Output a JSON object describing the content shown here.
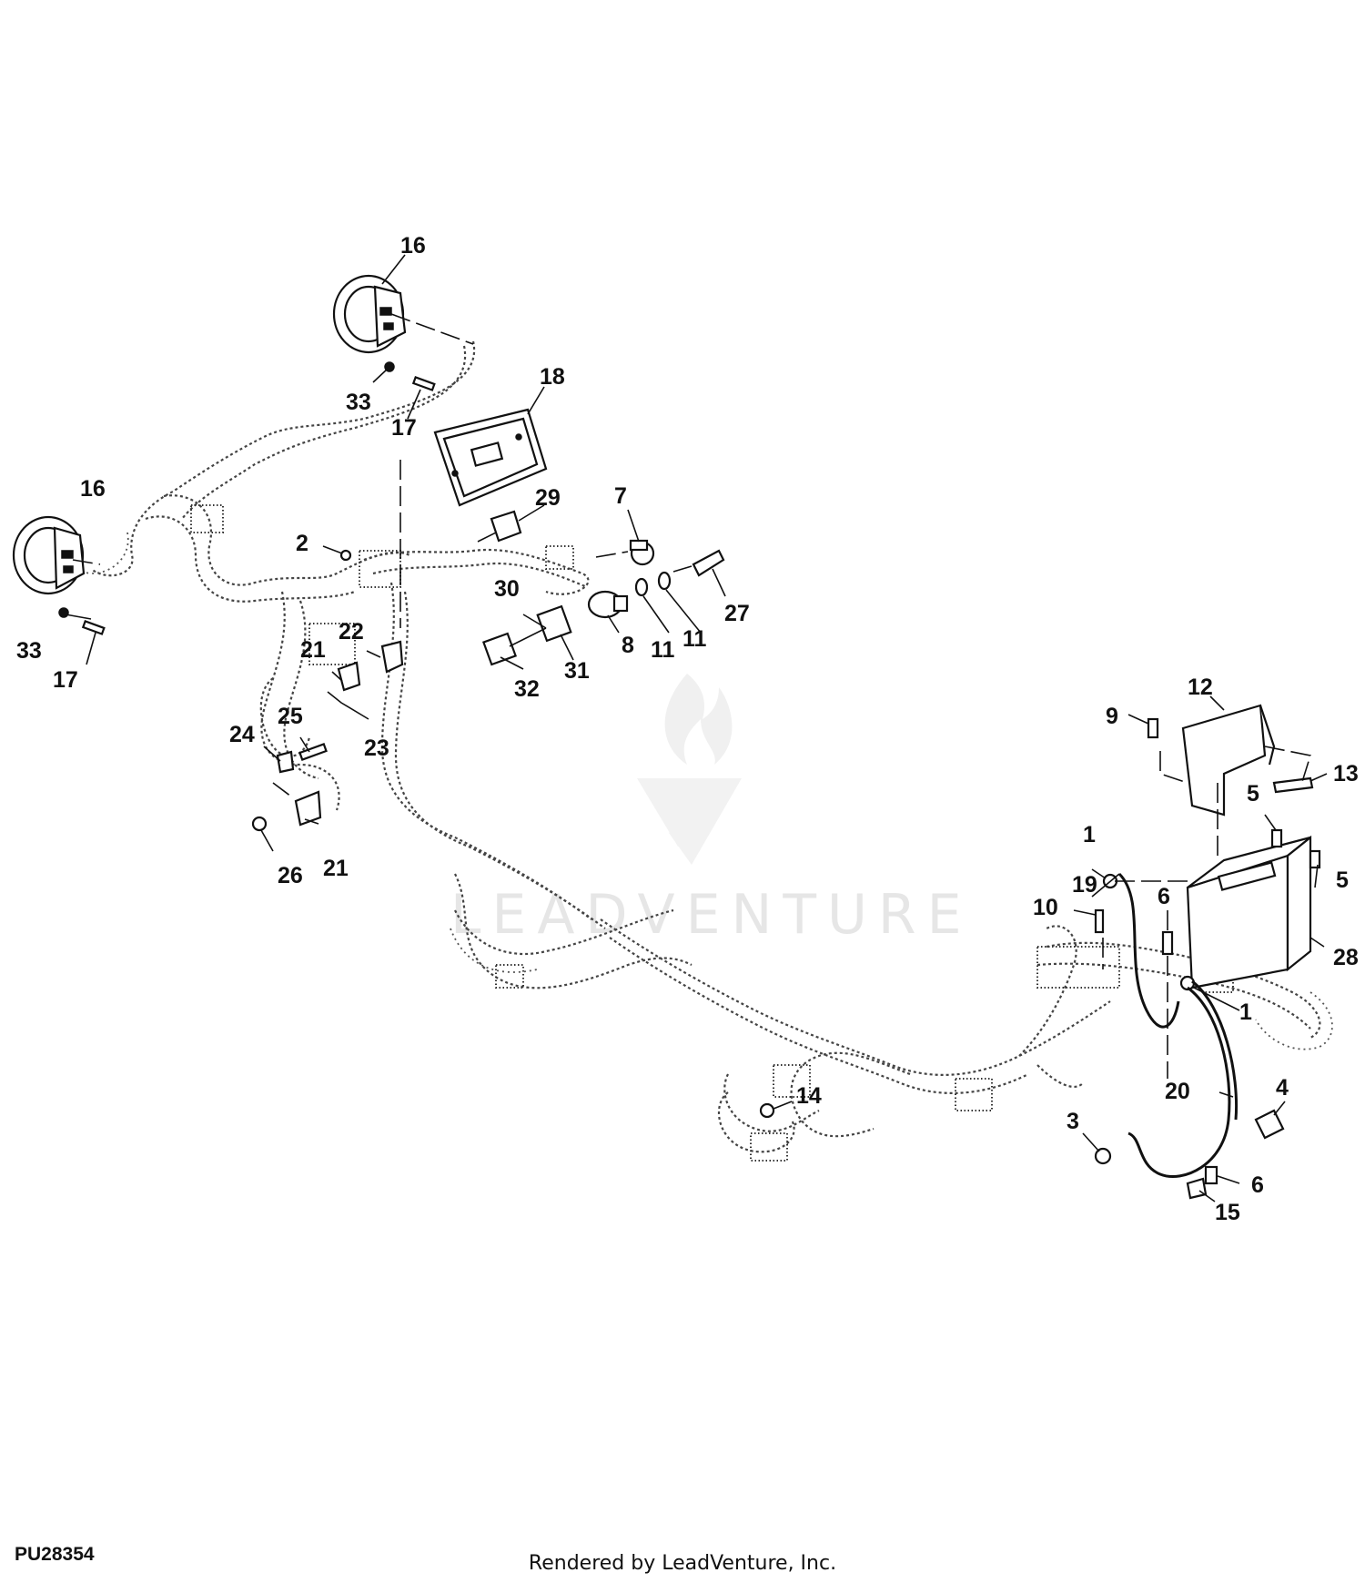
{
  "figure_id": "PU28354",
  "footer_text": "Rendered by LeadVenture, Inc.",
  "watermark": "LEADVENTURE",
  "callouts": [
    "16",
    "16",
    "18",
    "33",
    "17",
    "33",
    "17",
    "29",
    "7",
    "2",
    "30",
    "27",
    "8",
    "11",
    "11",
    "22",
    "21",
    "31",
    "32",
    "25",
    "24",
    "23",
    "21",
    "26",
    "12",
    "9",
    "13",
    "5",
    "1",
    "19",
    "5",
    "10",
    "6",
    "28",
    "1",
    "14",
    "20",
    "4",
    "3",
    "6",
    "15"
  ]
}
